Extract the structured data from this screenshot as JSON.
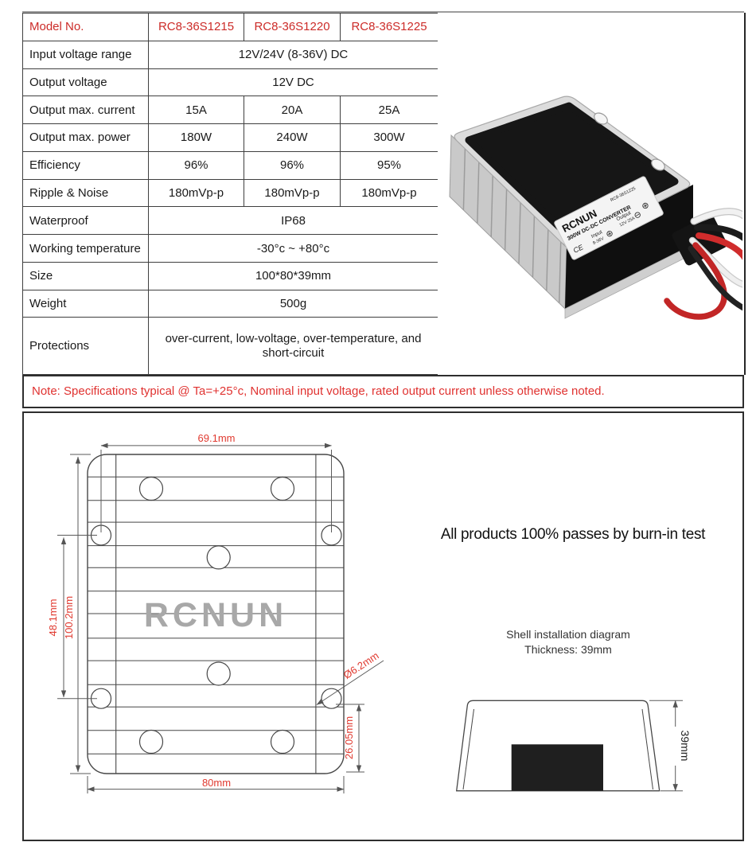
{
  "table": {
    "rows": [
      {
        "label": "Model No.",
        "cells": [
          "RC8-36S1215",
          "RC8-36S1220",
          "RC8-36S1225"
        ]
      },
      {
        "label": "Input voltage range",
        "span": "12V/24V (8-36V) DC"
      },
      {
        "label": "Output voltage",
        "span": "12V DC"
      },
      {
        "label": "Output max. current",
        "cells": [
          "15A",
          "20A",
          "25A"
        ]
      },
      {
        "label": "Output max. power",
        "cells": [
          "180W",
          "240W",
          "300W"
        ]
      },
      {
        "label": "Efficiency",
        "cells": [
          "96%",
          "96%",
          "95%"
        ]
      },
      {
        "label": "Ripple & Noise",
        "cells": [
          "180mVp-p",
          "180mVp-p",
          "180mVp-p"
        ]
      },
      {
        "label": "Waterproof",
        "span": "IP68"
      },
      {
        "label": "Working temperature",
        "span": "-30°c ~ +80°c"
      },
      {
        "label": "Size",
        "span": "100*80*39mm"
      },
      {
        "label": "Weight",
        "span": "500g"
      },
      {
        "label": "Protections",
        "span": "over-current, low-voltage, over-temperature, and short-circuit"
      }
    ]
  },
  "note": "Note: Specifications typical @ Ta=+25°c, Nominal input voltage, rated output current unless otherwise noted.",
  "photo": {
    "label_brand": "RCNUN",
    "label_model": "RC8-36S1225",
    "label_line2": "300W DC-DC CONVERTER",
    "label_ce": "CE",
    "label_input_title": "Input",
    "label_input_value": "8-36V",
    "label_output_title": "Output",
    "label_output_value": "12V 25A"
  },
  "drawing": {
    "dim_top": "69.1mm",
    "dim_left_outer": "48.1mm",
    "dim_left_inner": "100.2mm",
    "dim_bottom": "80mm",
    "dim_right": "26.05mm",
    "dim_hole": "Ø6.2mm",
    "watermark": "RCNUN"
  },
  "bottom": {
    "burn_in": "All products 100% passes by burn-in test",
    "shell_title": "Shell installation diagram",
    "shell_thickness": "Thickness: 39mm",
    "dim_thickness": "39mm"
  },
  "colors": {
    "table_model_red": "#cc2b28",
    "note_red": "#e03230",
    "dimension_red": "#e0392f",
    "watermark_gray": "#a8a8a8",
    "line_dark": "#474747",
    "wire_red": "#d02c2c",
    "wire_black": "#1c1c1c",
    "wire_white": "#f1f1f1"
  }
}
